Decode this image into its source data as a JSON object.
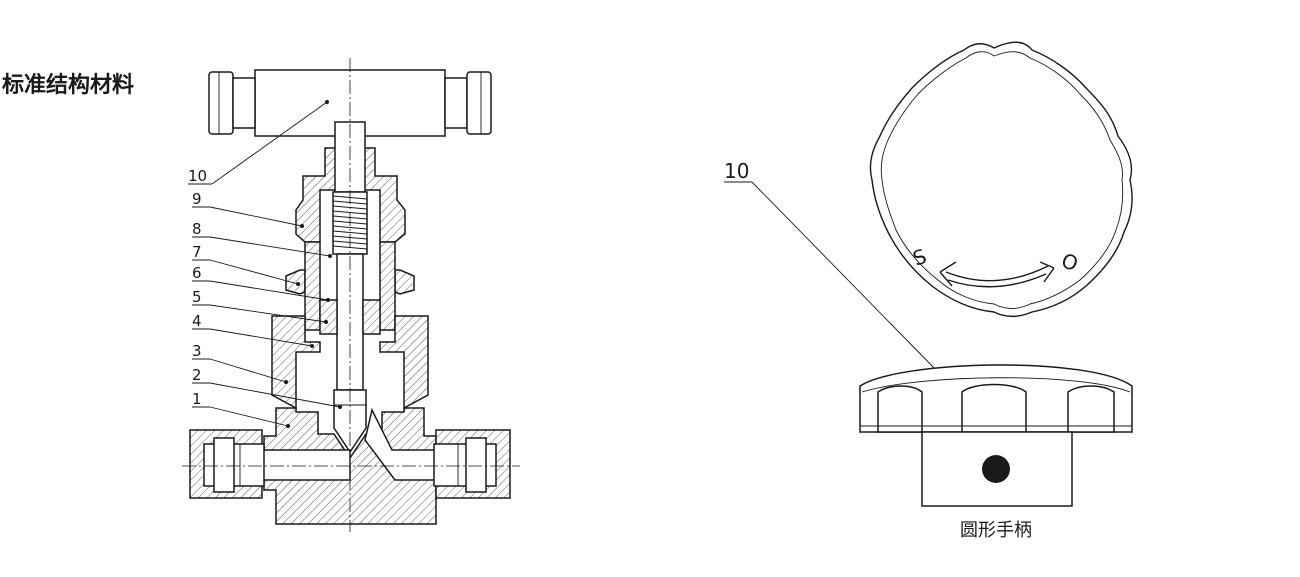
{
  "title": "标准结构材料",
  "part_numbers": [
    "1",
    "2",
    "3",
    "4",
    "5",
    "6",
    "7",
    "8",
    "9",
    "10"
  ],
  "handle_label_number": "10",
  "handwheel_marks": {
    "close": "S",
    "open": "O"
  },
  "handwheel_caption": "圆形手柄"
}
